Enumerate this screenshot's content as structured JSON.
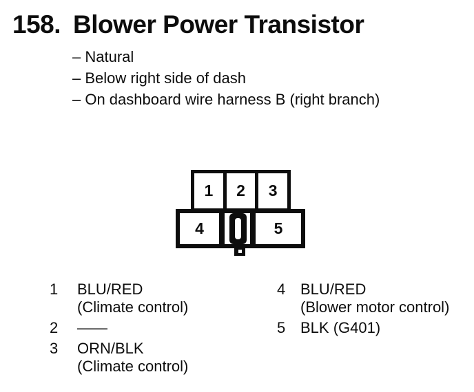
{
  "document": {
    "colors": {
      "ink": "#0d0d0d",
      "paper": "#ffffff"
    },
    "heading": {
      "number": "158.",
      "title": "Blower Power Transistor"
    },
    "location_notes": [
      "– Natural",
      "– Below right side of dash",
      "– On dashboard wire harness B (right branch)"
    ],
    "connector": {
      "top_row_pins": [
        "1",
        "2",
        "3"
      ],
      "bottom_row_pins": [
        "4",
        "5"
      ]
    },
    "pin_legend": {
      "left_column": [
        {
          "pin": "1",
          "wire": "BLU/RED",
          "function": "(Climate control)"
        },
        {
          "pin": "2",
          "wire": "——",
          "function": ""
        },
        {
          "pin": "3",
          "wire": "ORN/BLK",
          "function": "(Climate control)"
        }
      ],
      "right_column": [
        {
          "pin": "4",
          "wire": "BLU/RED",
          "function": "(Blower motor control)"
        },
        {
          "pin": "5",
          "wire": "BLK (G401)",
          "function": ""
        }
      ]
    }
  }
}
